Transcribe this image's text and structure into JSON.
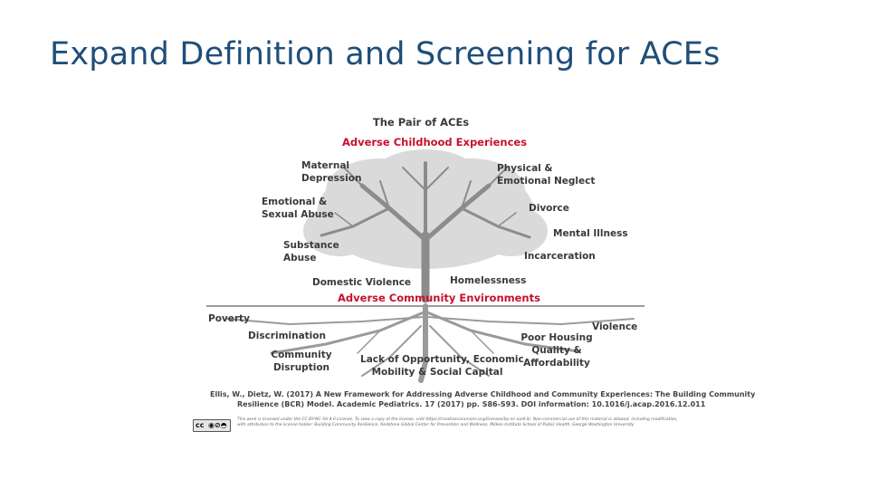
{
  "slide": {
    "title": "Expand Definition and Screening for ACEs"
  },
  "diagram": {
    "heading": "The Pair of ACEs",
    "top_category": "Adverse Childhood Experiences",
    "bottom_category": "Adverse Community Environments",
    "childhood_items": [
      "Maternal\nDepression",
      "Physical &\nEmotional Neglect",
      "Emotional &\nSexual Abuse",
      "Divorce",
      "Mental Illness",
      "Substance\nAbuse",
      "Incarceration",
      "Domestic Violence",
      "Homelessness"
    ],
    "community_items": [
      "Poverty",
      "Violence",
      "Discrimination",
      "Poor Housing\nQuality &\nAffordability",
      "Community\nDisruption",
      "Lack of Opportunity, Economic\nMobility & Social Capital"
    ]
  },
  "citation": {
    "line1": "Ellis, W., Dietz, W. (2017)  A New Framework for Addressing Adverse Childhood and Community Experiences: The Building Community",
    "line2": "Resilience (BCR) Model. Academic Pediatrics. 17 (2017) pp. S86-S93. DOI information: 10.1016/j.acap.2016.12.011",
    "license": "This work is licensed under the CC-BY-NC-SA 4.0 License. To view a copy of the license, visit https://creativecommons.org/licenses/by-nc-sa/4.0/. Non-commercial use of this material is allowed, including modification, with attribution to the license holder: Building Community Resilience, Redstone Global Center for Prevention and Wellness, Milken Institute School of Public Health, George Washington University",
    "badge": "cc by nc sa"
  },
  "colors": {
    "title": "#1f4e79",
    "category_red": "#c8102e",
    "tree": "#9a9a9a",
    "text": "#3a3a3a"
  }
}
